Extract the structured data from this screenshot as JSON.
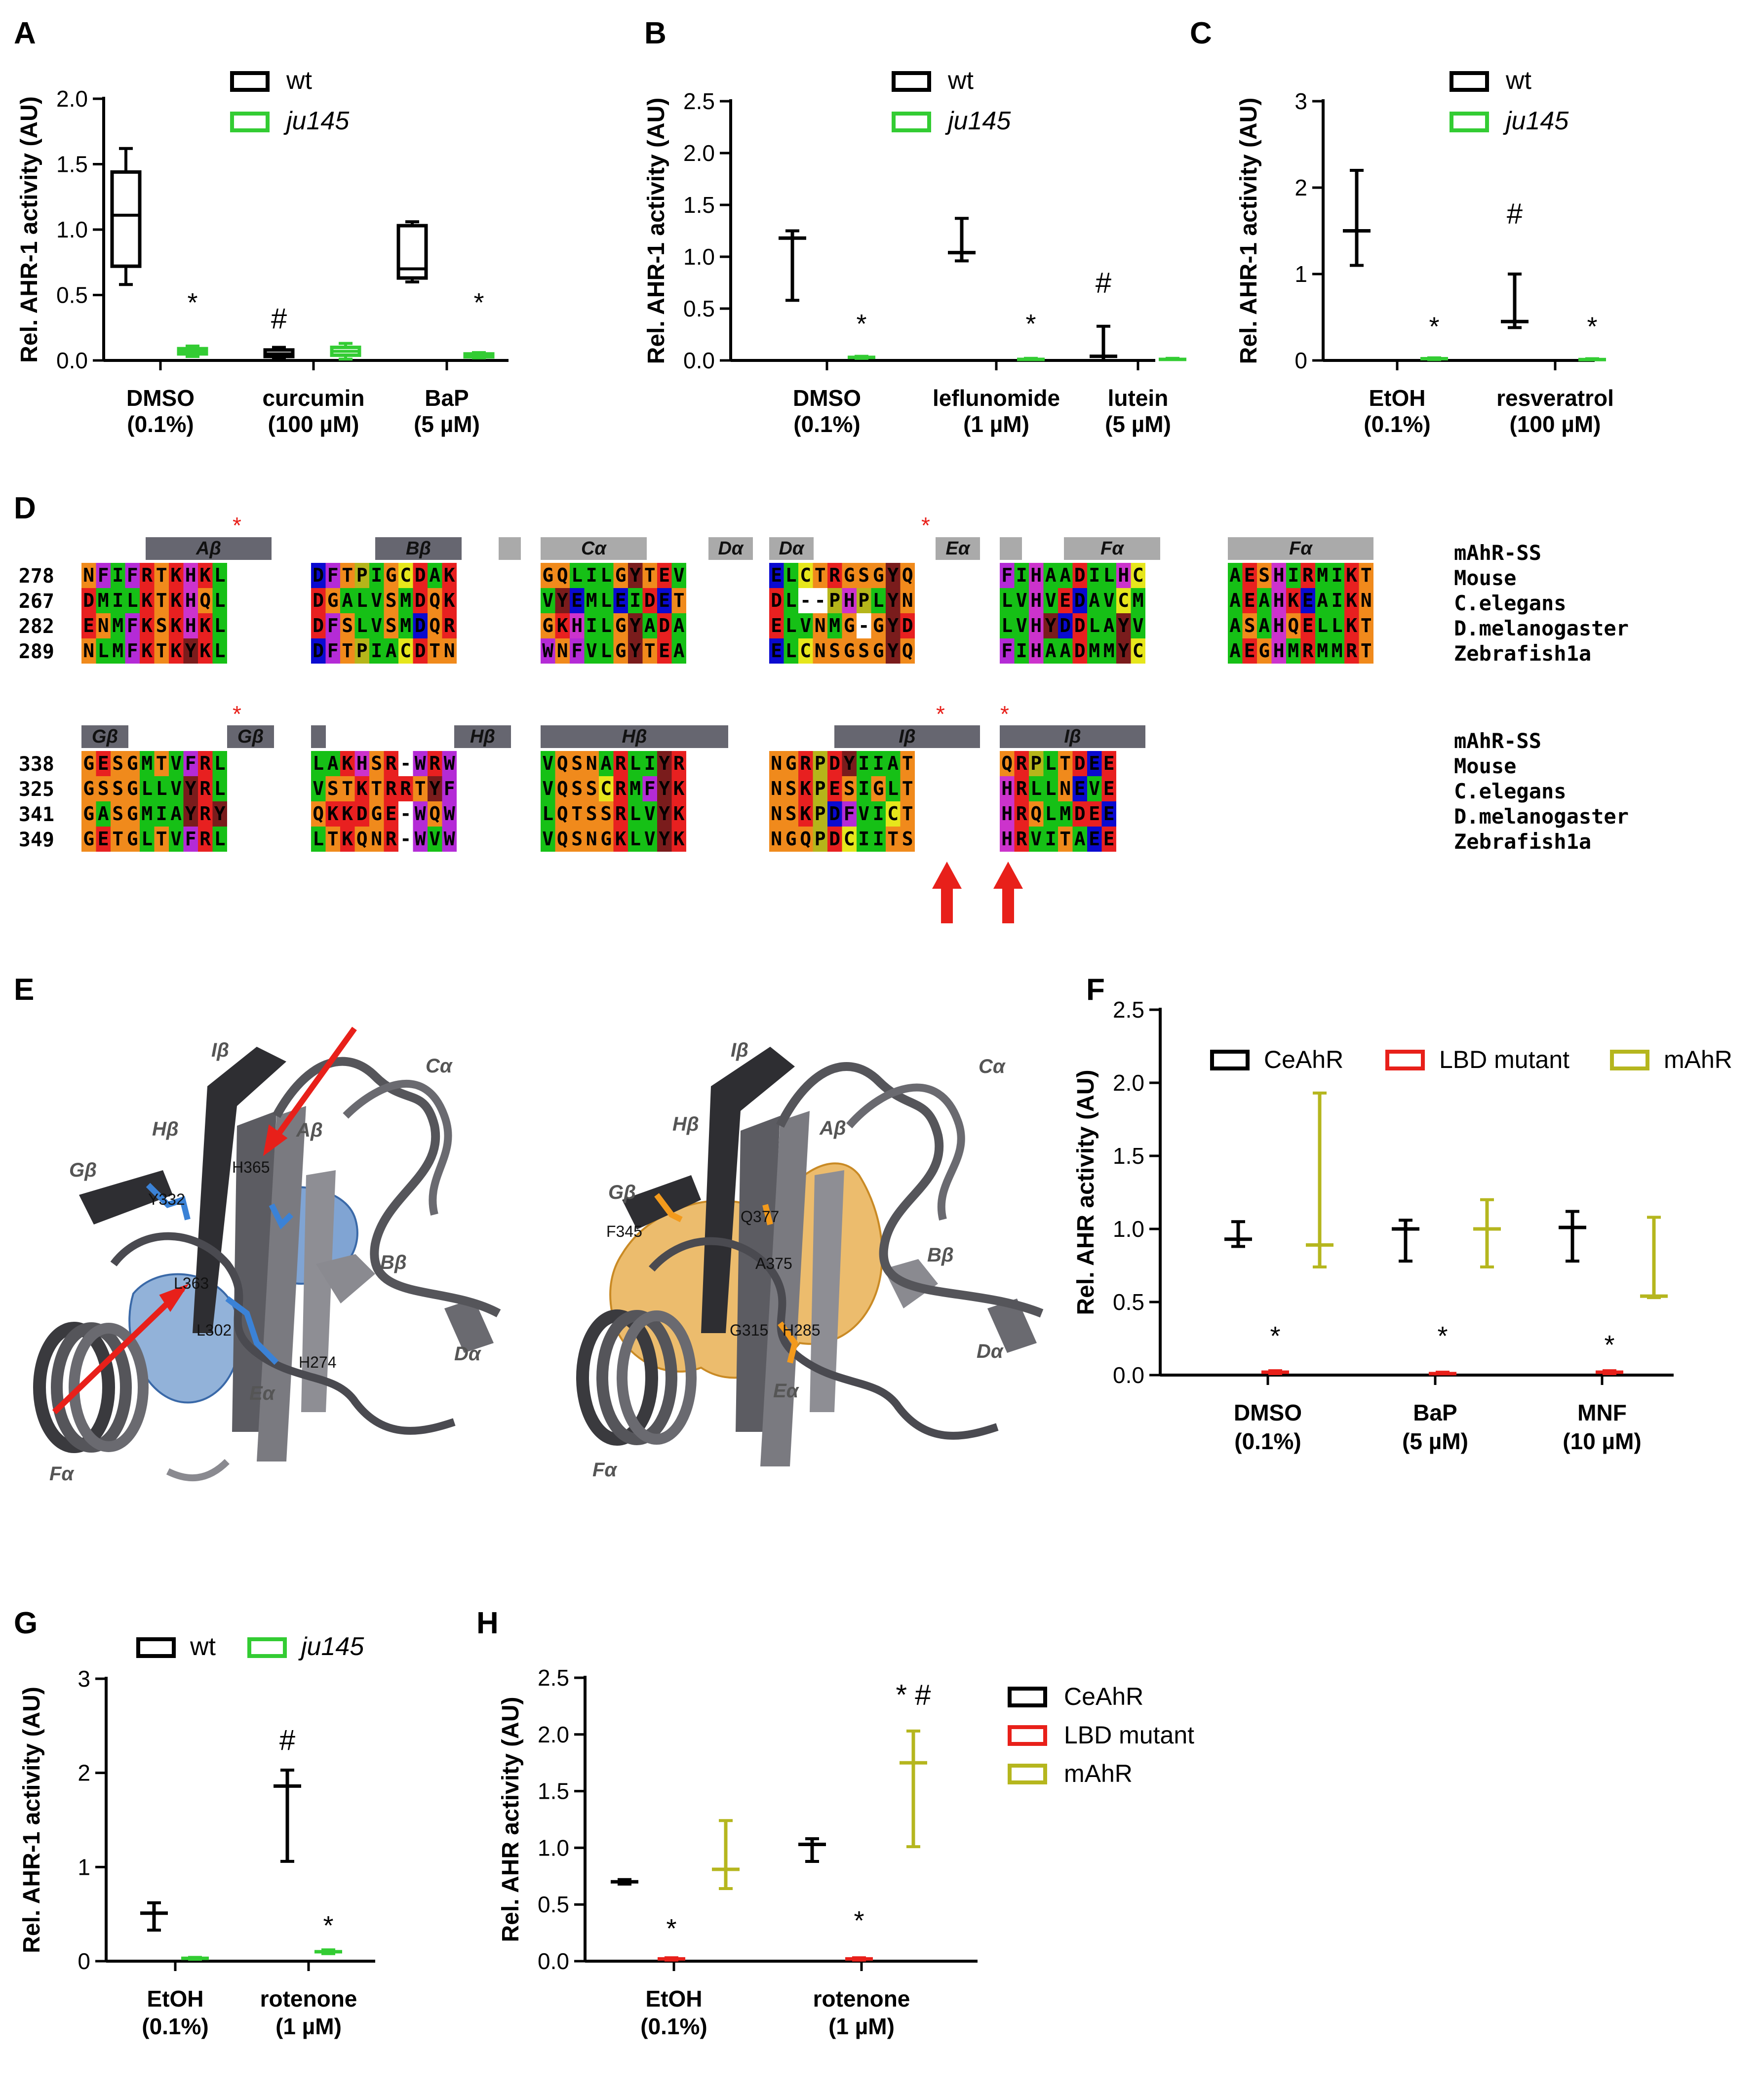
{
  "panel_labels": [
    "A",
    "B",
    "C",
    "D",
    "E",
    "F",
    "G",
    "H"
  ],
  "legend_wt": "wt",
  "legend_mut": "ju145",
  "legend_ceahr": "CeAhR",
  "legend_lbd": "LBD mutant",
  "legend_mahr": "mAhR",
  "ylabel_ahr1": "Rel. AHR-1 activity (AU)",
  "ylabel_ahr": "Rel. AHR activity (AU)",
  "colors": {
    "wt": "#000000",
    "mut": "#33cc33",
    "ceahr": "#000000",
    "lbd": "#e8201a",
    "mahr": "#b5b61e",
    "sig": "#000000",
    "red": "#e8201a"
  },
  "chart_data": [
    {
      "id": "A",
      "type": "box",
      "categories": [
        [
          "DMSO",
          "(0.1%)"
        ],
        [
          "curcumin",
          "(100 µM)"
        ],
        [
          "BaP",
          "(5 µM)"
        ]
      ],
      "ylim": [
        0,
        2.0
      ],
      "yticks": [
        "0.0",
        "0.5",
        "1.0",
        "1.5",
        "2.0"
      ],
      "series": [
        {
          "name": "wt",
          "boxes": [
            [
              0.58,
              0.72,
              1.11,
              1.44,
              1.62
            ],
            [
              0.02,
              0.03,
              0.05,
              0.08,
              0.1
            ],
            [
              0.6,
              0.63,
              0.7,
              1.03,
              1.06
            ]
          ]
        },
        {
          "name": "ju145",
          "boxes": [
            [
              0.03,
              0.05,
              0.07,
              0.09,
              0.11
            ],
            [
              0.01,
              0.04,
              0.07,
              0.1,
              0.13
            ],
            [
              0.02,
              0.03,
              0.04,
              0.05,
              0.06
            ]
          ]
        }
      ],
      "annotations": [
        {
          "text": "*",
          "category": 0,
          "series": 1,
          "y": 0.48
        },
        {
          "text": "#",
          "category": 1,
          "series": 0,
          "y": 0.32
        },
        {
          "text": "*",
          "category": 2,
          "series": 1,
          "y": 0.48
        }
      ]
    },
    {
      "id": "B",
      "type": "minmax",
      "categories": [
        [
          "DMSO",
          "(0.1%)"
        ],
        [
          "leflunomide",
          "(1 µM)"
        ],
        [
          "lutein",
          "(5 µM)"
        ]
      ],
      "ylim": [
        0,
        2.5
      ],
      "yticks": [
        "0.0",
        "0.5",
        "1.0",
        "1.5",
        "2.0",
        "2.5"
      ],
      "series": [
        {
          "name": "wt",
          "ranges": [
            [
              0.58,
              1.18,
              1.25
            ],
            [
              0.96,
              1.04,
              1.37
            ],
            [
              0.0,
              0.04,
              0.33
            ]
          ]
        },
        {
          "name": "ju145",
          "ranges": [
            [
              0.02,
              0.03,
              0.04
            ],
            [
              0.01,
              0.01,
              0.02
            ],
            [
              0.01,
              0.01,
              0.02
            ]
          ]
        }
      ],
      "annotations": [
        {
          "text": "*",
          "category": 0,
          "series": 1,
          "y": 0.4
        },
        {
          "text": "*",
          "category": 1,
          "series": 1,
          "y": 0.4
        },
        {
          "text": "#",
          "category": 2,
          "series": 0,
          "y": 0.75
        }
      ]
    },
    {
      "id": "C",
      "type": "minmax",
      "categories": [
        [
          "EtOH",
          "(0.1%)"
        ],
        [
          "resveratrol",
          "(100 µM)"
        ]
      ],
      "ylim": [
        0,
        3
      ],
      "yticks": [
        "0",
        "1",
        "2",
        "3"
      ],
      "series": [
        {
          "name": "wt",
          "ranges": [
            [
              1.1,
              1.5,
              2.2
            ],
            [
              0.38,
              0.45,
              1.0
            ]
          ]
        },
        {
          "name": "ju145",
          "ranges": [
            [
              0.01,
              0.02,
              0.03
            ],
            [
              0.01,
              0.01,
              0.02
            ]
          ]
        }
      ],
      "annotations": [
        {
          "text": "*",
          "category": 0,
          "series": 1,
          "y": 0.45
        },
        {
          "text": "#",
          "category": 1,
          "series": 0,
          "y": 1.7
        },
        {
          "text": "*",
          "category": 1,
          "series": 1,
          "y": 0.45
        }
      ]
    },
    {
      "id": "F",
      "type": "minmax",
      "categories": [
        [
          "DMSO",
          "(0.1%)"
        ],
        [
          "BaP",
          "(5 µM)"
        ],
        [
          "MNF",
          "(10 µM)"
        ]
      ],
      "ylim": [
        0,
        2.5
      ],
      "yticks": [
        "0.0",
        "0.5",
        "1.0",
        "1.5",
        "2.0",
        "2.5"
      ],
      "series": [
        {
          "name": "CeAhR",
          "ranges": [
            [
              0.88,
              0.93,
              1.05
            ],
            [
              0.78,
              1.0,
              1.06
            ],
            [
              0.78,
              1.01,
              1.12
            ]
          ]
        },
        {
          "name": "LBD mutant",
          "ranges": [
            [
              0.01,
              0.02,
              0.03
            ],
            [
              0.01,
              0.01,
              0.02
            ],
            [
              0.01,
              0.02,
              0.03
            ]
          ]
        },
        {
          "name": "mAhR",
          "ranges": [
            [
              0.74,
              0.89,
              1.93
            ],
            [
              0.74,
              1.0,
              1.2
            ],
            [
              0.53,
              0.54,
              1.08
            ]
          ]
        }
      ],
      "annotations": [
        {
          "text": "*",
          "category": 0,
          "series": 1,
          "y": 0.3
        },
        {
          "text": "*",
          "category": 1,
          "series": 1,
          "y": 0.3
        },
        {
          "text": "*",
          "category": 2,
          "series": 1,
          "y": 0.24
        }
      ]
    },
    {
      "id": "G",
      "type": "minmax",
      "categories": [
        [
          "EtOH",
          "(0.1%)"
        ],
        [
          "rotenone",
          "(1 µM)"
        ]
      ],
      "ylim": [
        0,
        3
      ],
      "yticks": [
        "0",
        "1",
        "2",
        "3"
      ],
      "series": [
        {
          "name": "wt",
          "ranges": [
            [
              0.33,
              0.51,
              0.62
            ],
            [
              1.06,
              1.86,
              2.03
            ]
          ]
        },
        {
          "name": "ju145",
          "ranges": [
            [
              0.02,
              0.03,
              0.04
            ],
            [
              0.08,
              0.1,
              0.12
            ]
          ]
        }
      ],
      "annotations": [
        {
          "text": "#",
          "category": 1,
          "series": 0,
          "y": 2.35
        },
        {
          "text": "*",
          "category": 1,
          "series": 1,
          "y": 0.43
        }
      ]
    },
    {
      "id": "H",
      "type": "minmax",
      "categories": [
        [
          "EtOH",
          "(0.1%)"
        ],
        [
          "rotenone",
          "(1 µM)"
        ]
      ],
      "ylim": [
        0,
        2.5
      ],
      "yticks": [
        "0.0",
        "0.5",
        "1.0",
        "1.5",
        "2.0",
        "2.5"
      ],
      "series": [
        {
          "name": "CeAhR",
          "ranges": [
            [
              0.68,
              0.7,
              0.72
            ],
            [
              0.88,
              1.03,
              1.08
            ]
          ]
        },
        {
          "name": "LBD mutant",
          "ranges": [
            [
              0.01,
              0.02,
              0.03
            ],
            [
              0.01,
              0.02,
              0.03
            ]
          ]
        },
        {
          "name": "mAhR",
          "ranges": [
            [
              0.64,
              0.81,
              1.24
            ],
            [
              1.01,
              1.75,
              2.03
            ]
          ]
        }
      ],
      "annotations": [
        {
          "text": "*",
          "category": 0,
          "series": 1,
          "y": 0.33
        },
        {
          "text": "*",
          "category": 1,
          "series": 1,
          "y": 0.4
        },
        {
          "text": "* #",
          "category": 1,
          "series": 2,
          "y": 2.35
        }
      ]
    }
  ],
  "alignment": {
    "species": [
      "mAhR-SS",
      "Mouse",
      "C.elegans",
      "D.melanogaster",
      "Zebrafish1a"
    ],
    "block1_numbers": [
      "278",
      "267",
      "282",
      "289"
    ],
    "block2_numbers": [
      "338",
      "325",
      "341",
      "349"
    ],
    "block1_labels": [
      "Aβ",
      "Bβ",
      "Cα",
      "Dα",
      "Dα",
      "Eα",
      "Fα",
      "Fα"
    ],
    "block2_labels": [
      "Gβ",
      "Gβ",
      "Hβ",
      "Hβ",
      "Iβ",
      "Iβ"
    ],
    "block1_groups": [
      [
        "NFIFRTKHKL",
        "DMILKTKHQL",
        "ENMFKSKHKL",
        "NLMFKTKYKL"
      ],
      [
        "DFTPIGCDAK",
        "DGALVSMDQK",
        "DFSLVSMDQR",
        "DFTPIACDTN"
      ],
      [
        "GQLILGYTEV",
        "VYEMLEIDET",
        "GKHILGYADA",
        "WNFVLGYTEA"
      ],
      [
        "ELCTRGSGYQ",
        "DL--PHPLYN",
        "ELVNMG-GYD",
        "ELCNSGSGYQ"
      ],
      [
        "FIHAADILHC",
        "LVHVEDAVCM",
        "LVHYDDLAYV",
        "FIHAADMMYC"
      ],
      [
        "AESHIRMIKT",
        "AEAHKEAIKN",
        "ASAHQELLKT",
        "AEGHMRMMRT"
      ]
    ],
    "block2_groups": [
      [
        "GESGMTVFRL",
        "GSSGLLVYRL",
        "GASGMIAYRY",
        "GETGLTVFRL"
      ],
      [
        "LAKHSR-WRW",
        "VSTKTRRTYF",
        "QKKDGE-WQW",
        "LTKQNR-WVW"
      ],
      [
        "VQSNARLIYR",
        "VQSSCRMFYK",
        "LQTSSRLVYK",
        "VQSNGKLVYK"
      ],
      [
        "NGRPDYIIAT",
        "NSKPESIGLT",
        "NSKPDFVICT",
        "NGQPDCIITS"
      ],
      [
        "QRPLTDEE",
        "HRLLNEVE",
        "HRQLMDEE",
        "HRVITAEE"
      ]
    ]
  },
  "structure": {
    "left_labels": [
      "Iβ",
      "Hβ",
      "Gβ",
      "Aβ",
      "Cα",
      "Bβ",
      "Dα",
      "Eα",
      "Fα"
    ],
    "left_residues": [
      "H365",
      "Y332",
      "L363",
      "L302",
      "H274"
    ],
    "right_labels": [
      "Iβ",
      "Hβ",
      "Gβ",
      "Aβ",
      "Cα",
      "Bβ",
      "Dα",
      "Eα",
      "Fα"
    ],
    "right_residues": [
      "F345",
      "Q377",
      "A375",
      "G315",
      "H285"
    ]
  }
}
